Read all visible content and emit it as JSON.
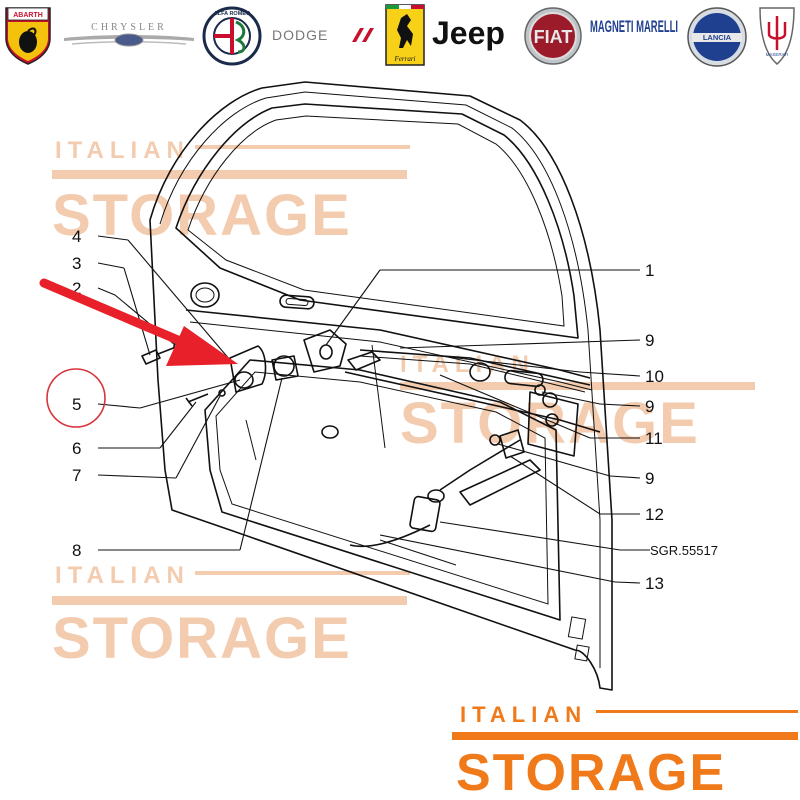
{
  "colors": {
    "watermark": "#f2c2a0",
    "brand_orange": "#f07a1a",
    "arrow_red": "#e8202a",
    "callout_circle": "#d9343c",
    "line_art": "#111111"
  },
  "brand_logos": [
    {
      "name": "Abarth",
      "text": "ABARTH",
      "icon": "scorpion-shield-icon"
    },
    {
      "name": "Chrysler",
      "text": "CHRYSLER",
      "icon": "winged-badge-icon"
    },
    {
      "name": "Alfa Romeo",
      "text": "ALFA ROMEO",
      "icon": "alfa-roundel-icon"
    },
    {
      "name": "Dodge",
      "text": "DODGE",
      "icon": "dodge-stripes-icon"
    },
    {
      "name": "Ferrari",
      "text": "Ferrari",
      "icon": "prancing-horse-icon"
    },
    {
      "name": "Jeep",
      "text": "Jeep",
      "icon": "jeep-wordmark-icon"
    },
    {
      "name": "Fiat",
      "text": "FIAT",
      "icon": "fiat-badge-icon"
    },
    {
      "name": "Magneti Marelli",
      "text": "MAGNETI MARELLI",
      "icon": "magneti-marelli-wordmark-icon"
    },
    {
      "name": "Lancia",
      "text": "LANCIA",
      "icon": "lancia-shield-icon"
    },
    {
      "name": "Maserati",
      "text": "MASERATI",
      "icon": "trident-icon"
    }
  ],
  "watermark": {
    "small_text": "ITALIAN",
    "big_text": "STORAGE"
  },
  "part_labels": {
    "p1": "1",
    "p2": "2",
    "p3": "3",
    "p4": "4",
    "p5": "5",
    "p6": "6",
    "p7": "7",
    "p8": "8",
    "p9a": "9",
    "p9b": "9",
    "p9c": "9",
    "p10": "10",
    "p11": "11",
    "p12": "12",
    "p13": "13"
  },
  "reference_code": "SGR.55517",
  "highlighted_part": "5",
  "footer_logo": {
    "small_text": "ITALIAN",
    "big_text": "STORAGE"
  }
}
